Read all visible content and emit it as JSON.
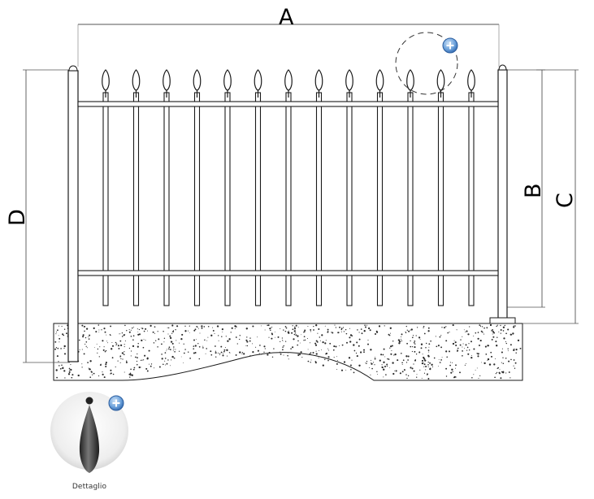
{
  "diagram": {
    "dimensions": {
      "width_label": "A",
      "height_b_label": "B",
      "height_c_label": "C",
      "height_d_label": "D"
    },
    "fence": {
      "picket_count": 13,
      "rail_count": 2,
      "finial_style": "spear"
    },
    "colors": {
      "line": "#1a1a1a",
      "concrete_speckle": "#2a2a2a",
      "zoom_button": "#3a78c2"
    },
    "zoom_icon": "plus-circle-icon"
  },
  "detail": {
    "caption": "Dettaglio",
    "icon": "spear-finial-icon"
  }
}
